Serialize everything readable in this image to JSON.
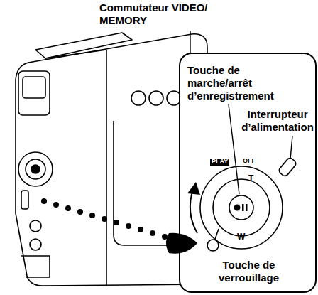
{
  "diagram": {
    "nodes": [
      {
        "text": [
          "Touche de marche/arrêt d’enregistrement",
          "Interrupteur d’alimentation",
          "Touche de verrouillage"
        ]
      }
    ],
    "labels": [
      "Commutateur VIDEO/ MEMORY",
      "PLAY",
      "OFF",
      "T",
      "W"
    ]
  }
}
